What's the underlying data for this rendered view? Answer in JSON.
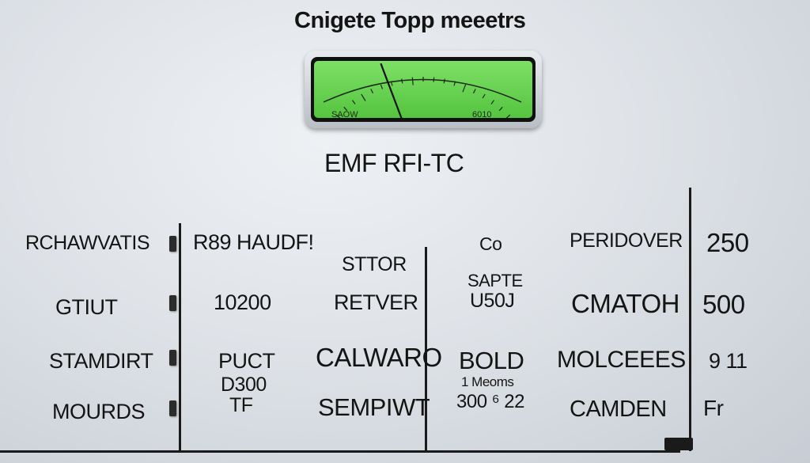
{
  "title": "Cnigete Topp meeetrs",
  "meter": {
    "left_label": "SAOW",
    "right_label": "6010",
    "needle_fraction": 0.32
  },
  "brand": "EMF  RFI-TC",
  "grid": {
    "col1": [
      "RCHAWVATIS",
      "GTIUT",
      "STAMDIRT",
      "MOURDS"
    ],
    "col2": [
      "R89 HAUDF!",
      "10200",
      "PUCT",
      "D300",
      "TF"
    ],
    "col3": [
      "STTOR",
      "RETVER",
      "CALWARO",
      "SEMPIWT"
    ],
    "col4": [
      "Co",
      "SAPTE",
      "U50J",
      "BOLD",
      "1 Meoms",
      "300 ⁶ 22"
    ],
    "col5": [
      "PERIDOVER",
      "CMATOH",
      "MOLCEEES",
      "CAMDEN"
    ],
    "col6": [
      "250",
      "500",
      "9 11",
      "Fr"
    ]
  },
  "colors": {
    "meter_green": "#5dcb45",
    "ink": "#141414"
  }
}
